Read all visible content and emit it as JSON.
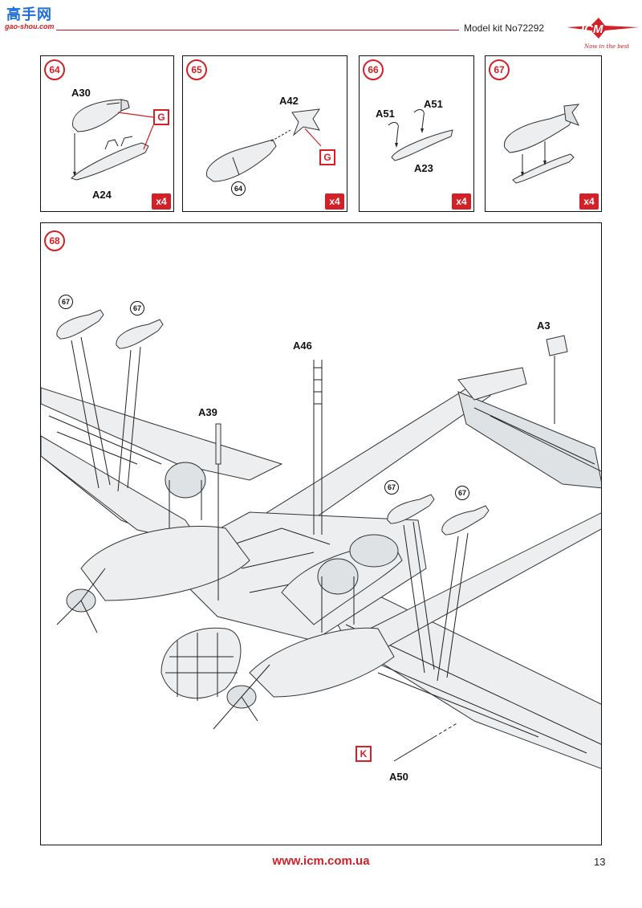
{
  "watermark": {
    "top_text": "高手网",
    "bottom_text": "gao-shou.com"
  },
  "header": {
    "model_kit": "Model kit No72292",
    "logo_text": "ICM",
    "logo_slogan": "Now in the best"
  },
  "steps": [
    {
      "number": "64",
      "multiplier": "x4",
      "parts": [
        "A30",
        "A24"
      ],
      "sprue": "G"
    },
    {
      "number": "65",
      "multiplier": "x4",
      "parts": [
        "A42"
      ],
      "sprue": "G",
      "subassembly": "64"
    },
    {
      "number": "66",
      "multiplier": "x4",
      "parts": [
        "A51",
        "A51",
        "A23"
      ]
    },
    {
      "number": "67",
      "multiplier": "x4",
      "parts": []
    },
    {
      "number": "68",
      "parts": [
        "A3",
        "A46",
        "A39",
        "A50"
      ],
      "sprue": "K",
      "subassembly_refs": [
        "67",
        "67",
        "67",
        "67"
      ]
    }
  ],
  "footer": {
    "website": "www.icm.com.ua",
    "page_number": "13"
  },
  "colors": {
    "accent": "#d42027",
    "watermark_blue": "#1e6fd8",
    "line": "#111111"
  }
}
